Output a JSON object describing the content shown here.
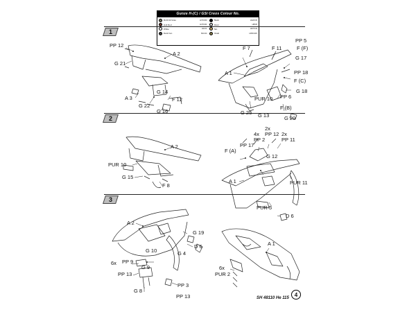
{
  "legend": {
    "title": "Gunze H-(C) / GSI Creos Colour No.",
    "items": [
      {
        "name": "RLM 02 Grau",
        "code": "H70/C60",
        "color": "#7d7d6a"
      },
      {
        "name": "Black",
        "code": "H12/C33",
        "color": "#111111"
      },
      {
        "name": "Hull Red",
        "code": "H47/C41",
        "color": "#6e3a2e"
      },
      {
        "name": "Silver",
        "code": "H8/C8",
        "color": "#c9c9c9"
      },
      {
        "name": "White",
        "code": "H1/C1",
        "color": "#ffffff"
      },
      {
        "name": "Tan",
        "code": "H27/C44",
        "color": "#c4a870"
      },
      {
        "name": "Dark Iron",
        "code": "MC214",
        "color": "#4a4a48"
      },
      {
        "name": "Khaki",
        "code": "H66/C115",
        "color": "#8a7d4e"
      }
    ]
  },
  "steps": [
    {
      "number": "1"
    },
    {
      "number": "2"
    },
    {
      "number": "3"
    }
  ],
  "labels": {
    "pp12_s1": "PP 12",
    "g21": "G 21",
    "a2_s1": "A 2",
    "a3": "A 3",
    "g14": "G 14",
    "f12": "F 12",
    "g22": "G 22",
    "g16": "G 16",
    "f7": "F 7",
    "a1_s1": "A 1",
    "f11": "F 11",
    "pp5": "PP 5",
    "f_f": "F (F)",
    "g17": "G 17",
    "pp18": "PP 18",
    "f_c": "F (C)",
    "g18": "G 18",
    "pur10_s1": "PUR 10",
    "pp6": "PP 6",
    "f_b": "F (B)",
    "g25": "G 25",
    "g13": "G 13",
    "g20": "G 20",
    "a2_s2": "A 2",
    "pur10_s2": "PUR 10",
    "g15": "G 15",
    "f8": "F 8",
    "x4": "4x",
    "x2a": "2x",
    "x2b": "2x",
    "pp2": "PP 2",
    "pp12_s2": "PP 12",
    "pp11": "PP 11",
    "pp17": "PP 17",
    "f_a": "F (A)",
    "g12": "G 12",
    "a1_s2": "A 1",
    "pur11": "PUR 11",
    "pur5": "PUR 5",
    "d6_s2": "D 6",
    "a2_s3": "A 2",
    "g19": "G 19",
    "d6_s3": "D 6",
    "g4": "G 4",
    "g10": "G 10",
    "x6a": "6x",
    "pp9": "PP 9",
    "g9": "G 9",
    "pp13_a": "PP 13",
    "g8": "G 8",
    "pp3": "PP 3",
    "pp13_b": "PP 13",
    "a1_s3": "A 1",
    "x6b": "6x",
    "pur2": "PUR 2"
  },
  "footer": {
    "catalog": "SH 48110 He 115",
    "page": "4"
  }
}
